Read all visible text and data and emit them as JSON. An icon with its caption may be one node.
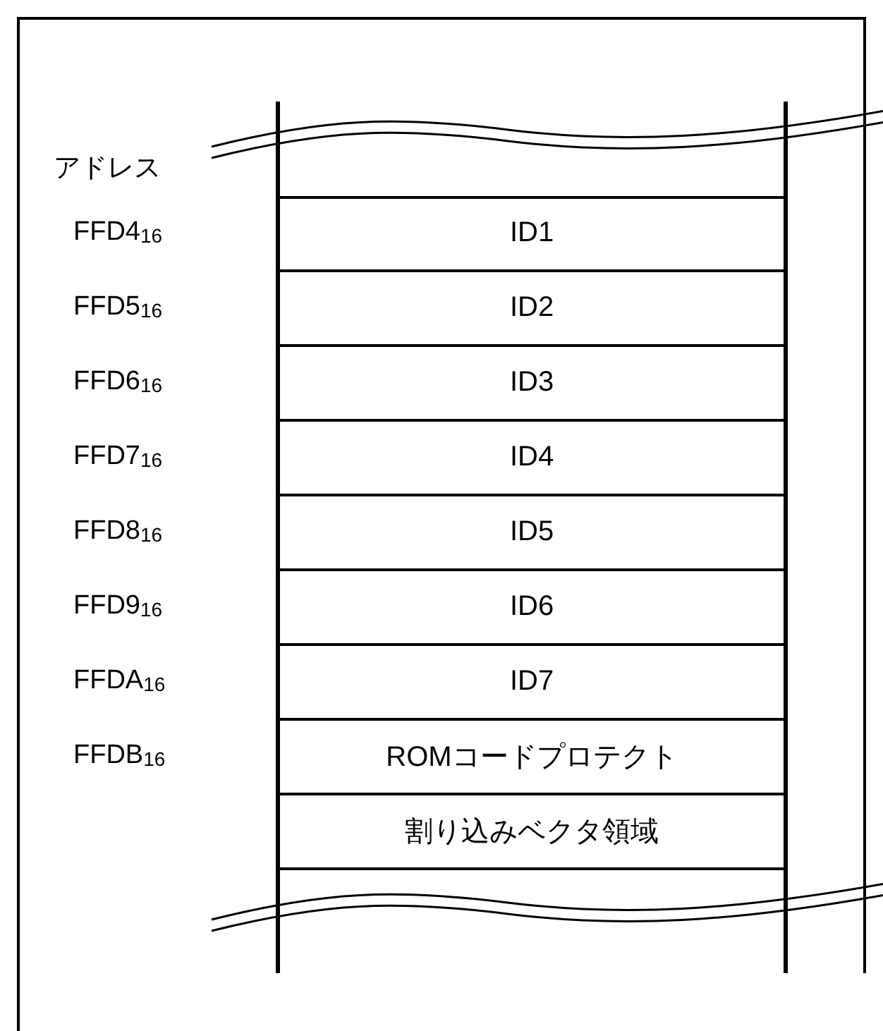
{
  "diagram": {
    "nodes": [
      {
        "text": [
          "ID1"
        ]
      },
      {
        "text": [
          "ID2"
        ]
      },
      {
        "text": [
          "ID3"
        ]
      },
      {
        "text": [
          "ID4"
        ]
      },
      {
        "text": [
          "ID5"
        ]
      },
      {
        "text": [
          "ID6"
        ]
      },
      {
        "text": [
          "ID7"
        ]
      },
      {
        "text": [
          "ROMコードプロテクト"
        ]
      },
      {
        "text": [
          "割り込みベクタ領域"
        ]
      }
    ],
    "edges": [],
    "labels": [
      "アドレス",
      "FFD4$_{16}$",
      "FFD5$_{16}$",
      "FFD6$_{16}$",
      "FFD7$_{16}$",
      "FFD8$_{16}$",
      "FFD9$_{16}$",
      "FFDA$_{16}$",
      "FFDB$_{16}$"
    ]
  }
}
